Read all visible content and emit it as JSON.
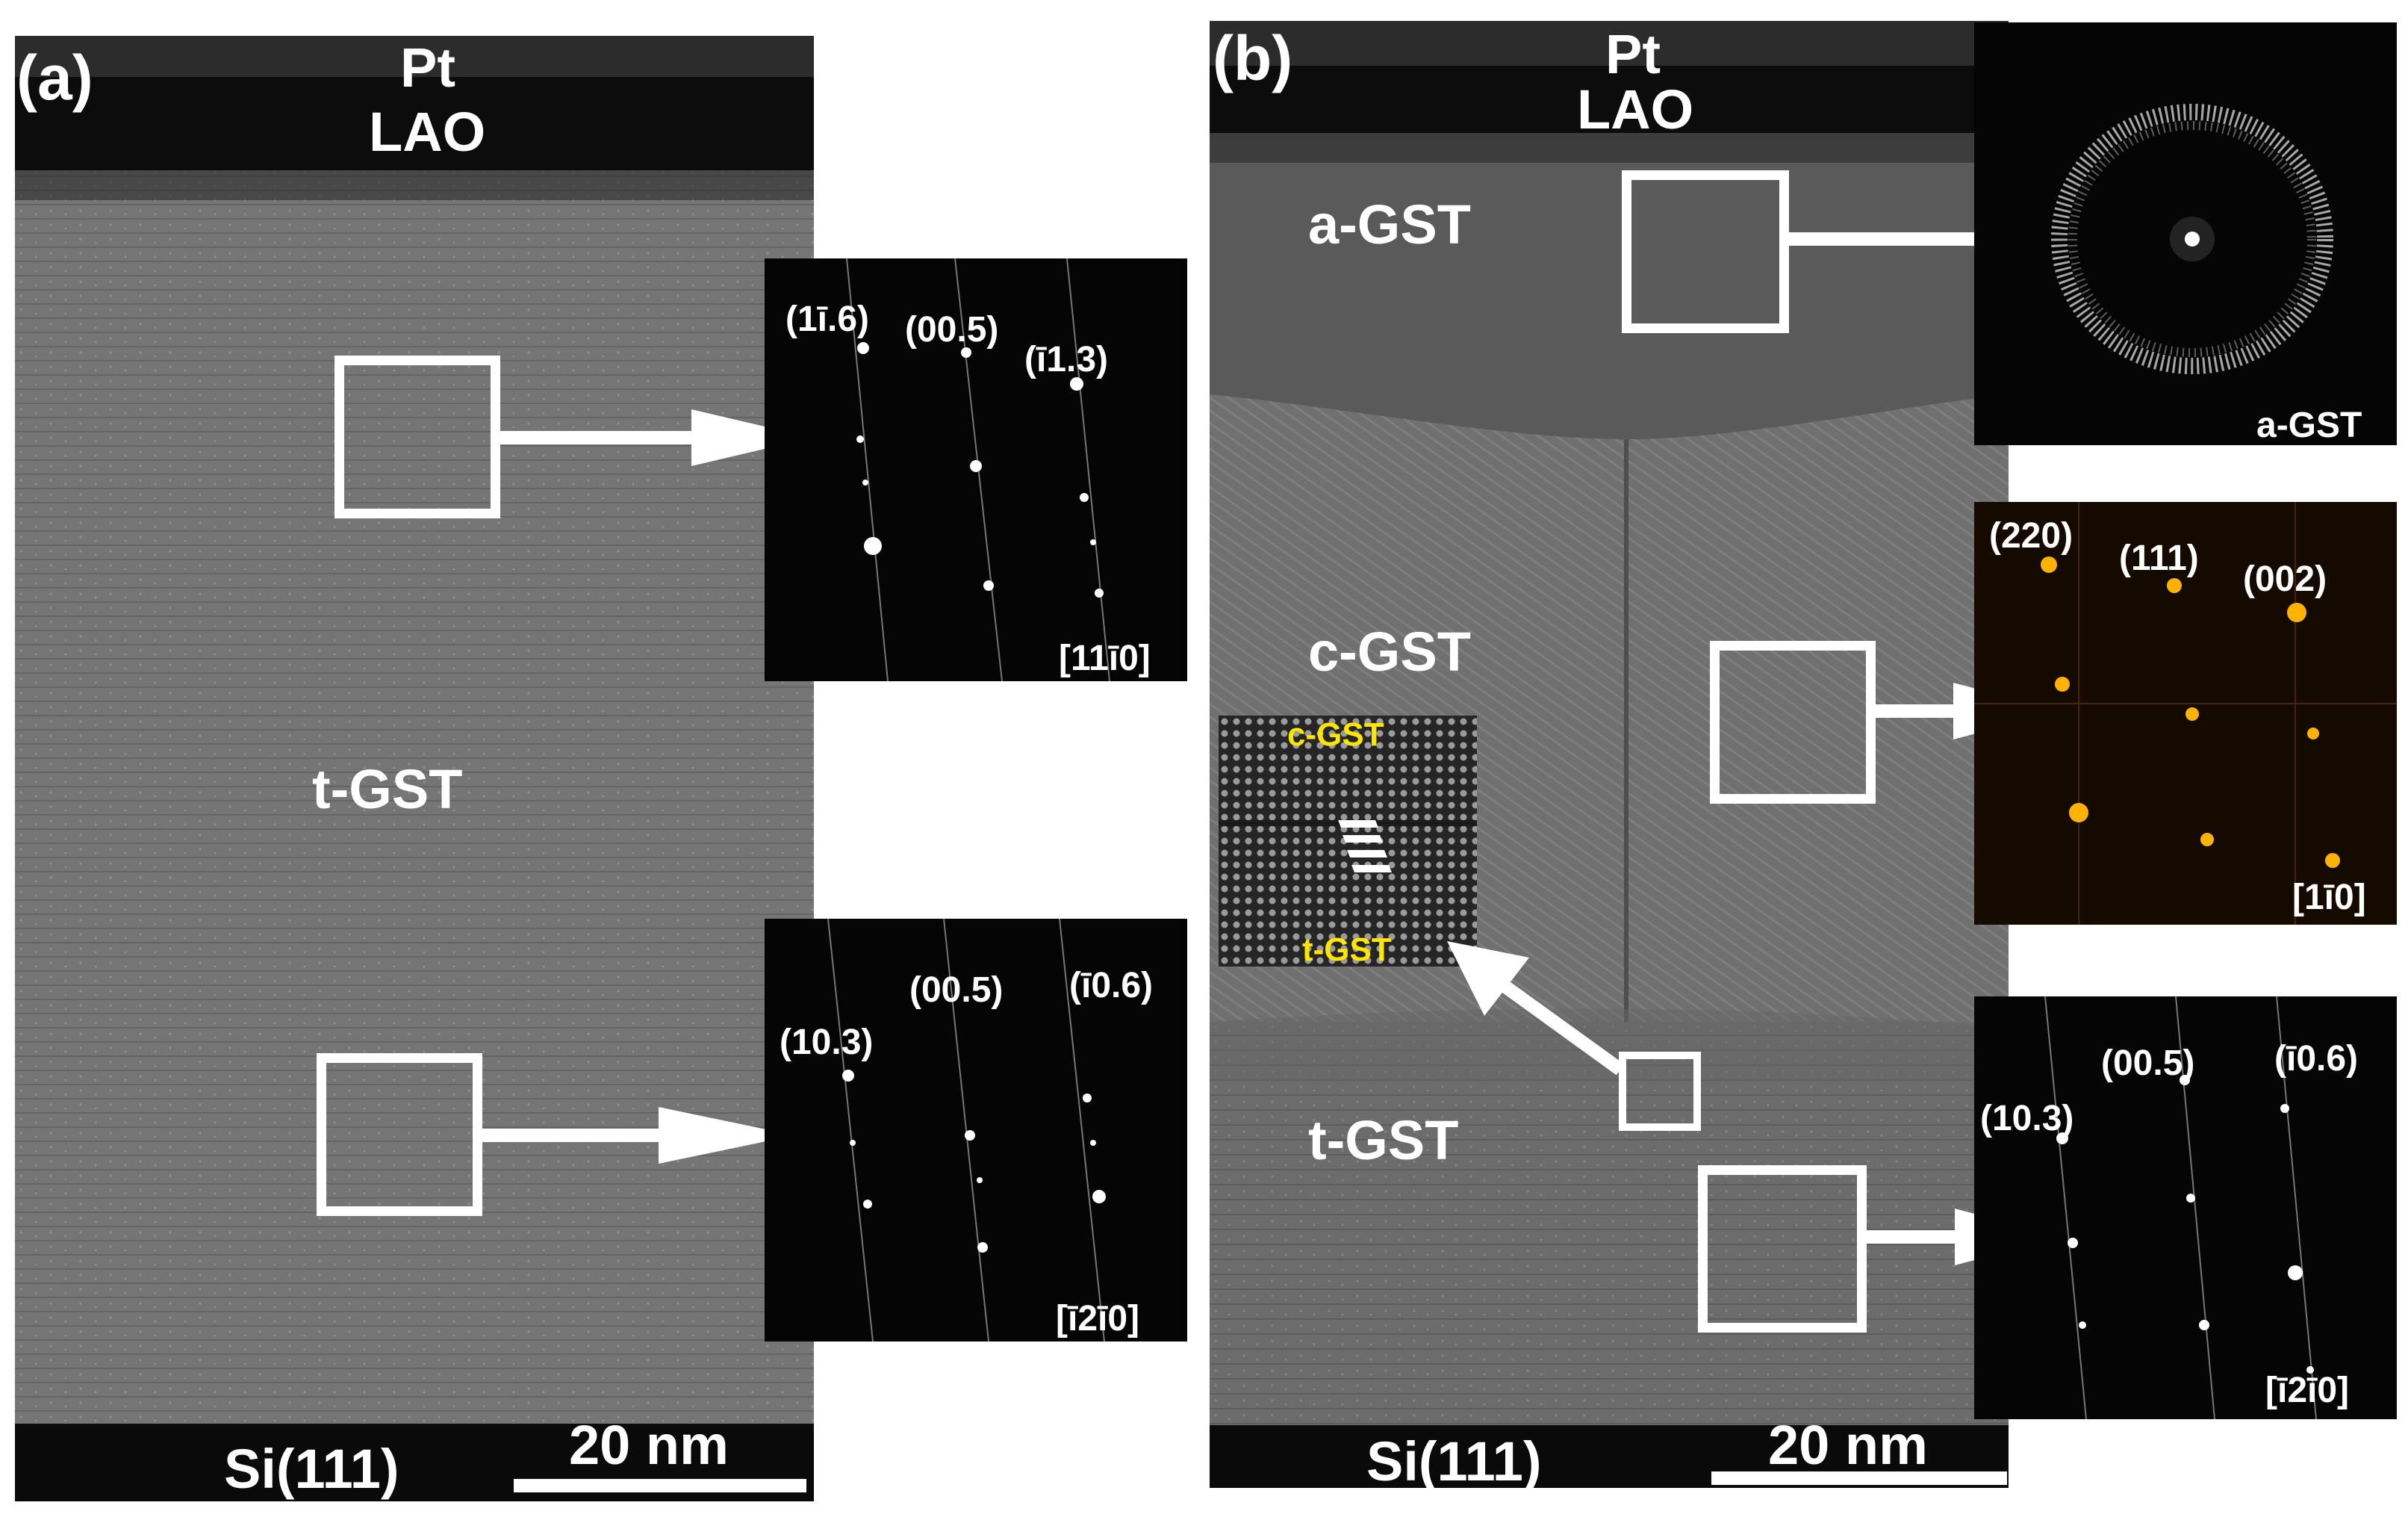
{
  "panels": {
    "a": {
      "tag": "(a)",
      "top_label_1": "Pt",
      "top_label_2": "LAO",
      "main_label": "t-GST",
      "substrate": "Si(111)",
      "scale": "20 nm",
      "fft_top": {
        "spots": [
          "(1ī.6)",
          "(00.5)",
          "(ī1.3)"
        ],
        "zone": "[11ī0]"
      },
      "fft_bottom": {
        "spots": [
          "(10.3)",
          "(00.5)",
          "(ī0.6)"
        ],
        "zone": "[ī2ī0]"
      }
    },
    "b": {
      "tag": "(b)",
      "top_label_1": "Pt",
      "top_label_2": "LAO",
      "label_amorphous": "a-GST",
      "label_cubic": "c-GST",
      "label_trigonal": "t-GST",
      "substrate": "Si(111)",
      "scale": "20 nm",
      "inset_top": "c-GST",
      "inset_bottom": "t-GST",
      "fft_amorphous": {
        "zone": "a-GST"
      },
      "fft_cubic": {
        "spots": [
          "(220)",
          "(111)",
          "(002)"
        ],
        "zone": "[1ī0]"
      },
      "fft_trigonal": {
        "spots": [
          "(10.3)",
          "(00.5)",
          "(ī0.6)"
        ],
        "zone": "[ī2ī0]"
      }
    }
  },
  "colors": {
    "film": "#6e6e6e",
    "cap_dark": "#0c0c0c",
    "annotation": "#ffffff",
    "inset_label": "#ffe600",
    "fft_spot_orange": "#ffb300"
  }
}
